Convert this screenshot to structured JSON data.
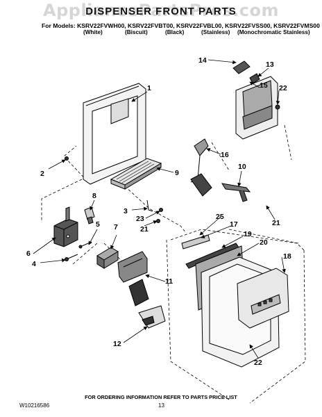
{
  "watermark": "AppliancePartsPros.com",
  "title": "DISPENSER FRONT PARTS",
  "models_line": "For Models: KSRV22FVWH00, KSRV22FVBT00, KSRV22FVBL00, KSRV22FVSS00, KSRV22FVMS00",
  "finishes": [
    "(White)",
    "(Biscuit)",
    "(Black)",
    "(Stainless)",
    "(Monochromatic Stainless)"
  ],
  "callouts": {
    "c1": "1",
    "c2": "2",
    "c3": "3",
    "c4": "4",
    "c5": "5",
    "c6": "6",
    "c7": "7",
    "c8": "8",
    "c9": "9",
    "c10": "10",
    "c11": "11",
    "c12": "12",
    "c13": "13",
    "c14": "14",
    "c15": "15",
    "c16": "16",
    "c17": "17",
    "c18": "18",
    "c19": "19",
    "c20": "20",
    "c21a": "21",
    "c21b": "21",
    "c22a": "22",
    "c22b": "22",
    "c23": "23",
    "c25": "25"
  },
  "footer": {
    "ordering": "FOR ORDERING INFORMATION REFER TO PARTS PRICE LIST",
    "doc_number": "W10216586",
    "page": "13"
  }
}
